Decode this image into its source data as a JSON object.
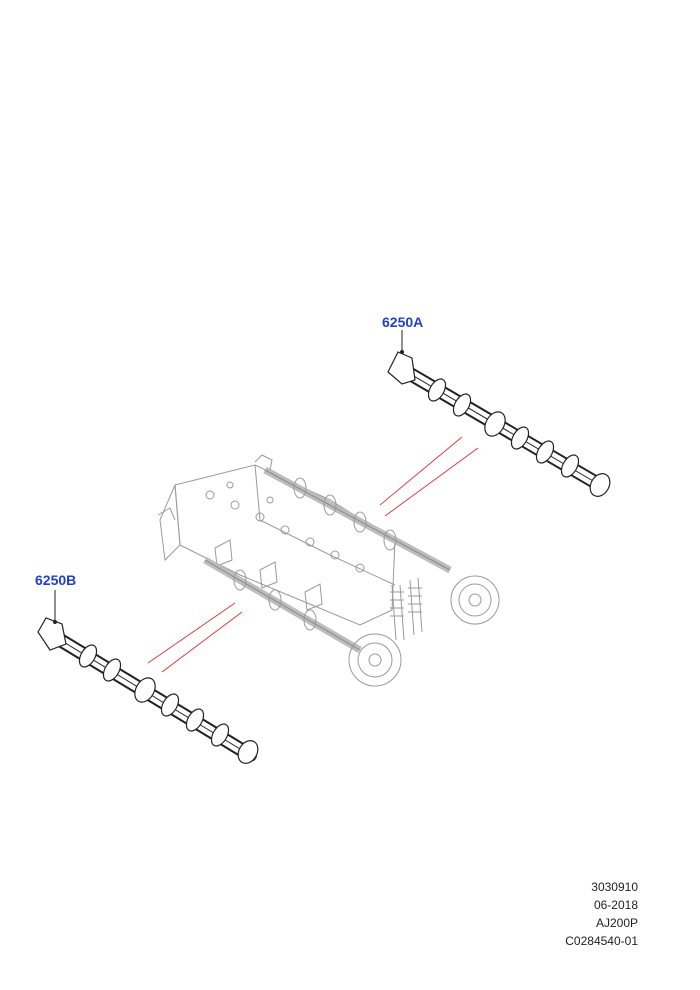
{
  "callouts": {
    "part_a": "6250A",
    "part_b": "6250B"
  },
  "footer": {
    "line1": "3030910",
    "line2": "06-2018",
    "line3": "AJ200P",
    "line4": "C0284540-01"
  },
  "colors": {
    "callout_text": "#1f3fd0",
    "leader_line": "#e03030",
    "line_art": "#222222",
    "faint_art": "#999999"
  }
}
